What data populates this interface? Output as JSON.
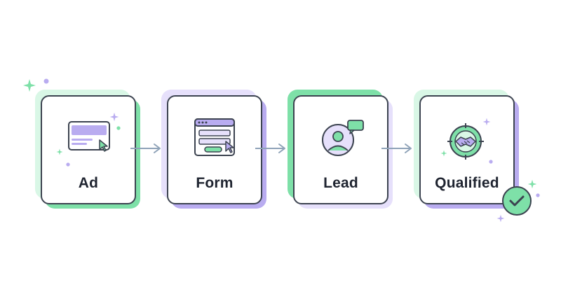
{
  "steps": [
    {
      "label": "Ad",
      "icon": "ad-browser-icon",
      "accent": "#7ee0a8"
    },
    {
      "label": "Form",
      "icon": "form-window-icon",
      "accent": "#b9acf0"
    },
    {
      "label": "Lead",
      "icon": "user-chat-icon",
      "accent": "#7ee0a8"
    },
    {
      "label": "Qualified",
      "icon": "handshake-target-icon",
      "accent": "#b9acf0"
    }
  ],
  "badge": {
    "icon": "check-circle-icon",
    "color": "#7ee0a8"
  },
  "colors": {
    "green": "#7ee0a8",
    "green_light": "#d9f7e6",
    "purple": "#b9acf0",
    "purple_light": "#e6e0fb",
    "outline": "#3c4350",
    "arrow": "#8fa3b8"
  }
}
